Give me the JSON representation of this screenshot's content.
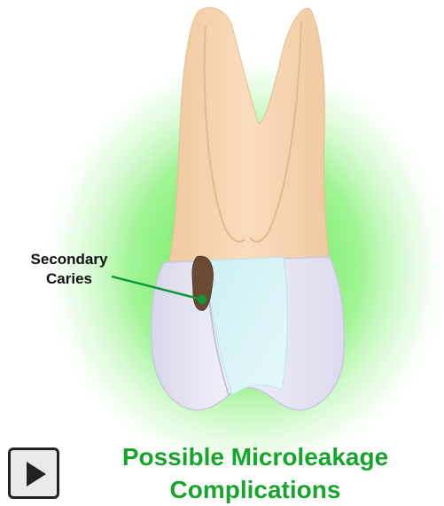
{
  "diagram": {
    "label_lines": [
      "Secondary",
      "Caries"
    ],
    "title_lines": [
      "Possible Microleakage",
      "Complications"
    ],
    "colors": {
      "root": "#f6d3ad",
      "crown": "#e9e8f4",
      "restoration": "#d6f2f4",
      "caries": "#6b4a33",
      "glow": "#47e838",
      "title": "#17a42c",
      "pointer": "#0a9a3a"
    }
  },
  "controls": {
    "play_icon": "play-icon"
  }
}
